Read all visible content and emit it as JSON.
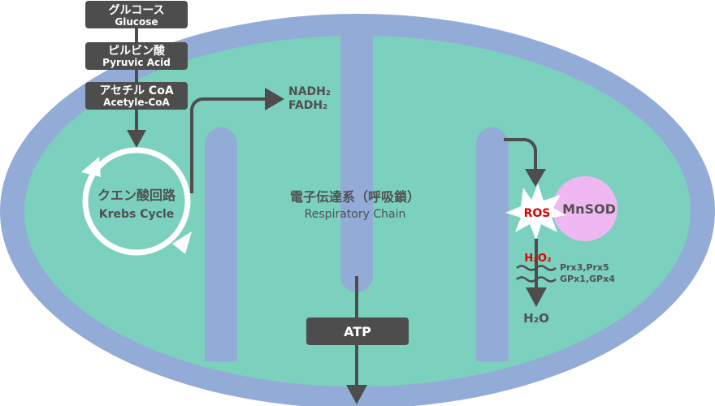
{
  "pathway": {
    "glucose": {
      "ja": "グルコース",
      "en": "Glucose"
    },
    "pyruvic": {
      "ja": "ピルビン酸",
      "en": "Pyruvic Acid"
    },
    "acetyl": {
      "ja": "アセチル CoA",
      "en": "Acetyle-CoA"
    }
  },
  "products": {
    "nadh": "NADH₂",
    "fadh": "FADH₂"
  },
  "krebs": {
    "ja": "クエン酸回路",
    "en": "Krebs Cycle"
  },
  "chain": {
    "ja": "電子伝達系（呼吸鎖）",
    "en": "Respiratory Chain"
  },
  "atp": "ATP",
  "antioxidant": {
    "ros": "ROS",
    "mnsod": "MnSOD",
    "h2o2": "H₂O₂",
    "enzymes1": "Prx3,Prx5",
    "enzymes2": "GPx1,GPx4",
    "h2o": "H₂O"
  },
  "colors": {
    "membrane_outer": "#93acd7",
    "matrix": "#7bd1be",
    "box": "#4d4d4d",
    "arrow": "#4d4d4d",
    "text_dark": "#505050",
    "ros_text": "#e00000",
    "mnsod_fill": "#f0b8f2",
    "cycle_ring": "#ffffff"
  }
}
